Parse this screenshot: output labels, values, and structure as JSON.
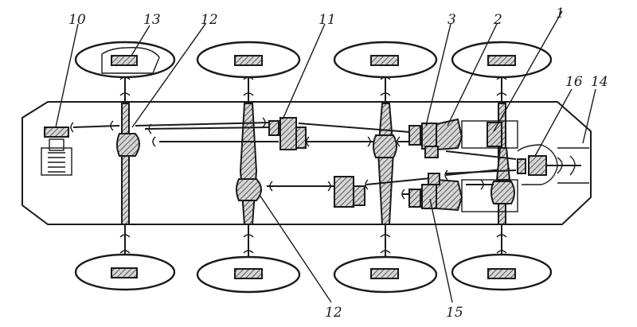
{
  "labels": [
    {
      "id": "label-1",
      "text": "1"
    },
    {
      "id": "label-2",
      "text": "2"
    },
    {
      "id": "label-3",
      "text": "3"
    },
    {
      "id": "label-10",
      "text": "10"
    },
    {
      "id": "label-11",
      "text": "11"
    },
    {
      "id": "label-12-top",
      "text": "12"
    },
    {
      "id": "label-12-bottom",
      "text": "12"
    },
    {
      "id": "label-13",
      "text": "13"
    },
    {
      "id": "label-14",
      "text": "14"
    },
    {
      "id": "label-15",
      "text": "15"
    },
    {
      "id": "label-16",
      "text": "16"
    }
  ],
  "colors": {
    "ink": "#1a1a1a",
    "background": "#ffffff"
  }
}
